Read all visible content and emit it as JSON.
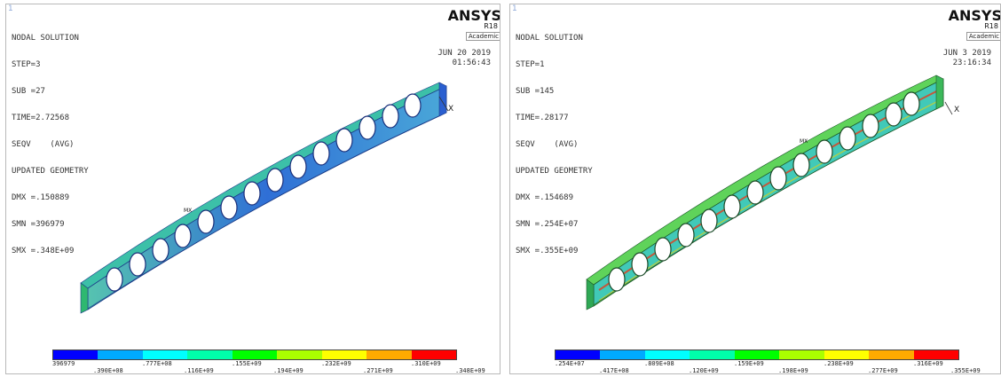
{
  "panels": [
    {
      "title": "NODAL SOLUTION",
      "lines": [
        "STEP=3",
        "SUB =27",
        "TIME=2.72568",
        "SEQV    (AVG)",
        "UPDATED GEOMETRY",
        "DMX =.150889",
        "SMN =396979",
        "SMX =.348E+09"
      ],
      "logo": "ANSYS",
      "release": "R18",
      "academic": "Academic",
      "date": "JUN 20 2019",
      "time": "01:56:43",
      "axis": "X",
      "mx": "MX",
      "legend_labels_top": [
        "396979",
        ".777E+08",
        ".155E+09",
        ".232E+09",
        ".310E+09"
      ],
      "legend_labels_bottom": [
        ".390E+08",
        ".116E+09",
        ".194E+09",
        ".271E+09",
        ".348E+09"
      ]
    },
    {
      "title": "NODAL SOLUTION",
      "lines": [
        "STEP=1",
        "SUB =145",
        "TIME=.28177",
        "SEQV    (AVG)",
        "UPDATED GEOMETRY",
        "DMX =.154689",
        "SMN =.254E+07",
        "SMX =.355E+09"
      ],
      "logo": "ANSYS",
      "release": "R18",
      "academic": "Academic",
      "date": "JUN  3 2019",
      "time": "23:16:34",
      "axis": "X",
      "mx": "MX",
      "legend_labels_top": [
        ".254E+07",
        ".809E+08",
        ".159E+09",
        ".238E+09",
        ".316E+09"
      ],
      "legend_labels_bottom": [
        ".417E+08",
        ".120E+09",
        ".198E+09",
        ".277E+09",
        ".355E+09"
      ]
    }
  ],
  "legend_colors": [
    "#0000ff",
    "#00aaff",
    "#00ffff",
    "#00ffaa",
    "#00ff00",
    "#aaff00",
    "#ffff00",
    "#ffaa00",
    "#ff0000"
  ]
}
